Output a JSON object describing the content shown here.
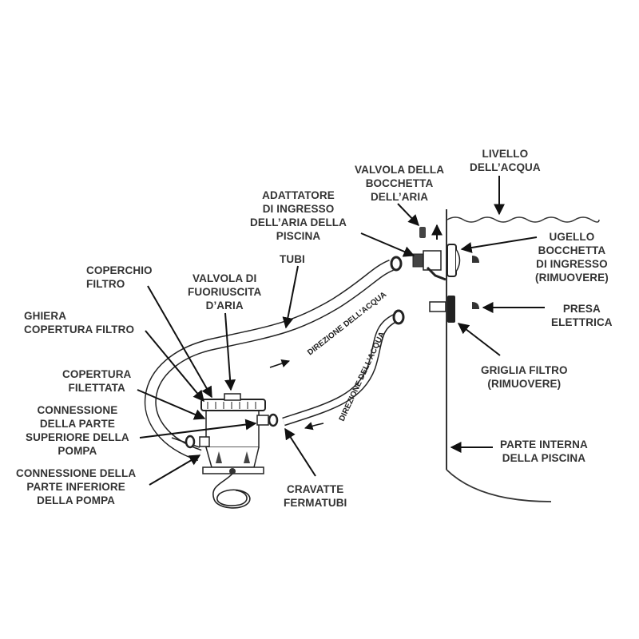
{
  "diagram": {
    "labels": {
      "water_level": "LIVELLO\nDELL’ACQUA",
      "air_jet_valve": "VALVOLA DELLA\nBOCCHETTA\nDELL’ARIA",
      "pool_air_inlet_adapter": "ADATTATORE\nDI INGRESSO\nDELL’ARIA DELLA\nPISCINA",
      "inlet_jet_nozzle": "UGELLO\nBOCCHETTA\nDI INGRESSO\n(RIMUOVERE)",
      "hoses": "TUBI",
      "filter_cover": "COPERCHIO\nFILTRO",
      "air_release_valve": "VALVOLA DI\nFUORIUSCITA\nD’ARIA",
      "filter_cover_ring": "GHIERA\nCOPERTURA FILTRO",
      "power_outlet": "PRESA\nELETTRICA",
      "filter_grid": "GRIGLIA FILTRO\n(RIMUOVERE)",
      "threaded_cover": "COPERTURA\nFILETTATA",
      "pump_upper_connection": "CONNESSIONE\nDELLA PARTE\nSUPERIORE DELLA\nPOMPA",
      "pool_interior": "PARTE INTERNA\nDELLA PISCINA",
      "pump_lower_connection": "CONNESSIONE DELLA\nPARTE INFERIORE\nDELLA POMPA",
      "hose_clamps": "CRAVATTE\nFERMATUBI"
    },
    "flow_text_upper": "DIREZIONE DELL’ACQUA",
    "flow_text_lower": "DIREZIONE DELL’ACQUA"
  }
}
